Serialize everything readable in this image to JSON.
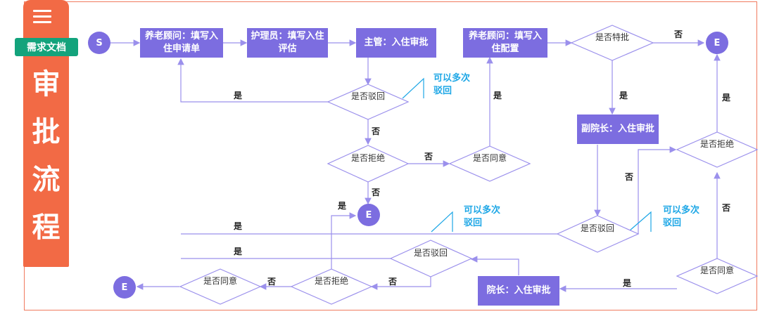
{
  "sidebar": {
    "tag": "需求文档",
    "title_chars": [
      "审",
      "批",
      "流",
      "程"
    ]
  },
  "nodes": {
    "start": "S",
    "end": "E",
    "fill_application": "养老顾问：填写入住申请单",
    "nurse_assessment": "护理员：填写入住评估",
    "supervisor_approval": "主管：入住审批",
    "fill_config": "养老顾问：填写入住配置",
    "vice_dean_approval": "副院长：入住审批",
    "dean_approval": "院长：入住审批",
    "special_approval": "是否特批",
    "rejected": "是否驳回",
    "refused": "是否拒绝",
    "agreed": "是否同意"
  },
  "edge_labels": {
    "yes": "是",
    "no": "否"
  },
  "notes": {
    "multi_reject": "可以多次驳回"
  },
  "colors": {
    "accent": "#7c6de0",
    "line": "#9b90ec",
    "brand": "#f26a45",
    "tag": "#13a37c",
    "note": "#1ea7e6"
  }
}
